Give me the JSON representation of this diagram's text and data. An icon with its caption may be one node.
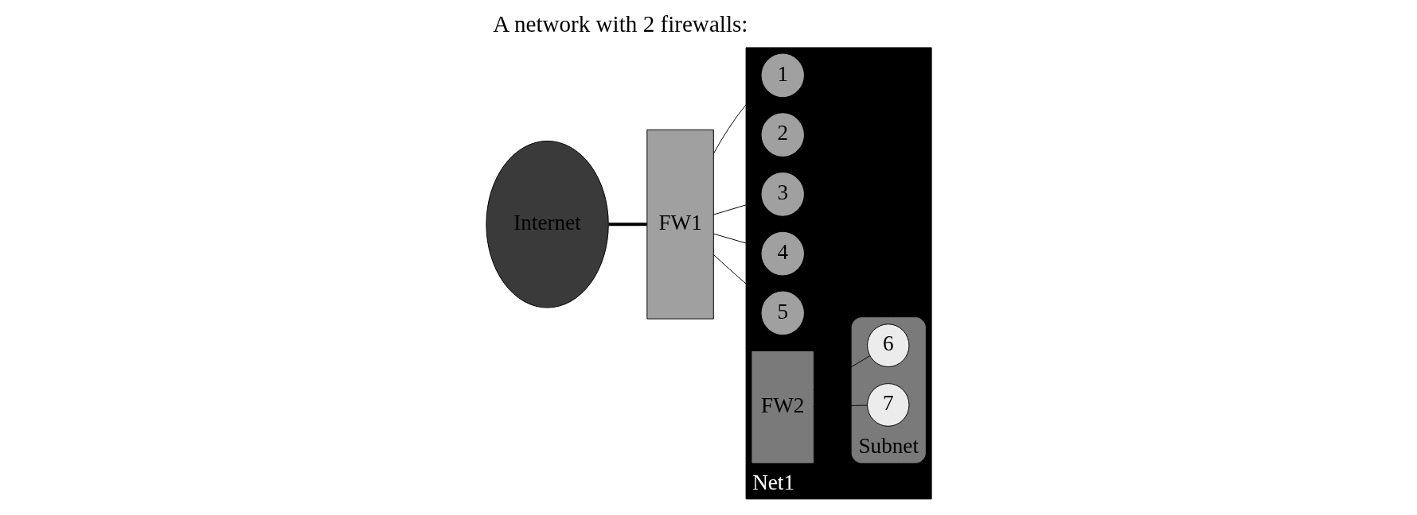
{
  "diagram": {
    "title": "A network with 2 firewalls:",
    "nodes": [
      {
        "text": [
          "Internet"
        ]
      },
      {
        "text": [
          "FW1"
        ]
      },
      {
        "text": [
          "Net1"
        ]
      },
      {
        "text": [
          "1"
        ],
        "in": 2
      },
      {
        "text": [
          "2"
        ],
        "in": 2
      },
      {
        "text": [
          "3"
        ],
        "in": 2
      },
      {
        "text": [
          "4"
        ],
        "in": 2
      },
      {
        "text": [
          "5"
        ],
        "in": 2
      },
      {
        "text": [
          "FW2"
        ],
        "in": 2
      },
      {
        "text": [
          "Subnet"
        ],
        "in": 2
      },
      {
        "text": [
          "6"
        ],
        "in": 9
      },
      {
        "text": [
          "7"
        ],
        "in": 9
      }
    ],
    "edges": [
      {
        "from": 0,
        "to": 1,
        "arrow": "none",
        "style": "thick"
      },
      {
        "from": 1,
        "to": 3,
        "arrow": "none"
      },
      {
        "from": 1,
        "to": 5,
        "arrow": "none"
      },
      {
        "from": 1,
        "to": 6,
        "arrow": "none"
      },
      {
        "from": 1,
        "to": 7,
        "arrow": "none"
      },
      {
        "from": 8,
        "to": 10,
        "arrow": "none"
      },
      {
        "from": 8,
        "to": 11,
        "arrow": "none"
      }
    ]
  }
}
